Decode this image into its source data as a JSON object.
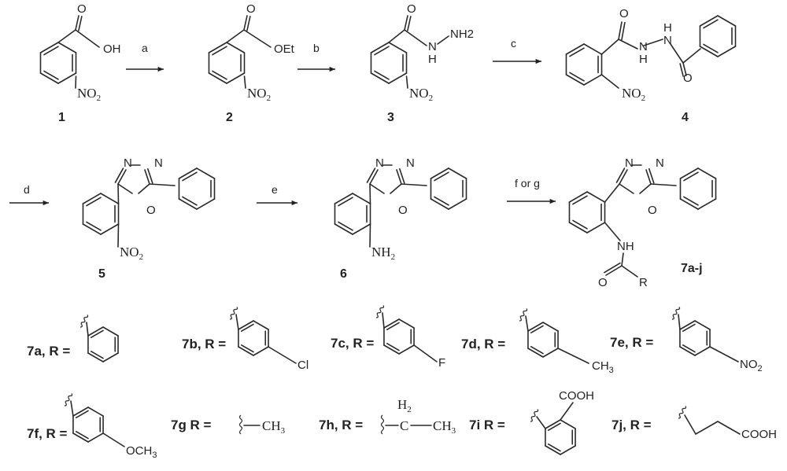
{
  "compounds": {
    "c1": {
      "label": "1",
      "oh": "OH",
      "no2": "NO2"
    },
    "c2": {
      "label": "2",
      "oet": "OEt",
      "no2": "NO2"
    },
    "c3": {
      "label": "3",
      "nh": "N",
      "h": "H",
      "nh2": "NH2",
      "no2": "NO2"
    },
    "c4": {
      "label": "4",
      "no2": "NO2"
    },
    "c5": {
      "label": "5",
      "no2": "NO2"
    },
    "c6": {
      "label": "6",
      "nh2": "NH2"
    },
    "c7": {
      "label": "7a-j",
      "nh": "NH",
      "r": "R"
    }
  },
  "atoms": {
    "O": "O",
    "N": "N",
    "H": "H"
  },
  "steps": {
    "a": "a",
    "b": "b",
    "c": "c",
    "d": "d",
    "e": "e",
    "fg": "f or g"
  },
  "substituents": [
    {
      "label": "7a, R =",
      "kind": "phenyl"
    },
    {
      "label": "7b, R =",
      "kind": "aryl",
      "para": "Cl"
    },
    {
      "label": "7c, R =",
      "kind": "aryl",
      "para": "F"
    },
    {
      "label": "7d, R =",
      "kind": "aryl",
      "para": "CH3"
    },
    {
      "label": "7e, R =",
      "kind": "aryl",
      "para": "NO2"
    },
    {
      "label": "7f, R =",
      "kind": "aryl",
      "para": "OCH3"
    },
    {
      "label": "7g R =",
      "kind": "alkyl",
      "text": "CH3"
    },
    {
      "label": "7h, R =",
      "kind": "ethyl",
      "h2": "H2",
      "c": "C",
      "ch3": "CH3"
    },
    {
      "label": "7i R =",
      "kind": "ortho",
      "cooh": "COOH"
    },
    {
      "label": "7j, R =",
      "kind": "chain",
      "cooh": "COOH"
    }
  ]
}
